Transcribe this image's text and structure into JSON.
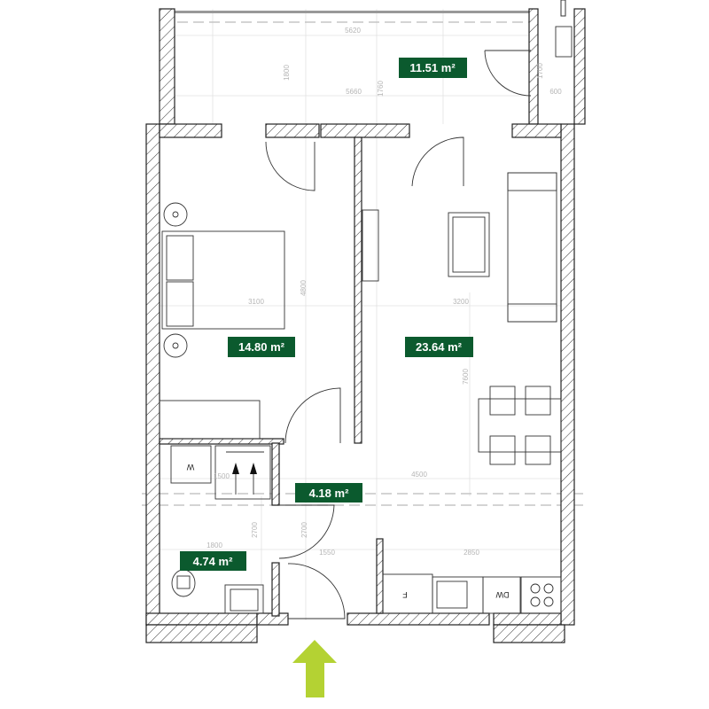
{
  "colors": {
    "area_badge": "#0b5a2e",
    "entrance_arrow": "#b4d233",
    "wall_line": "#222222",
    "dimension_text": "#b5b5b5"
  },
  "rooms": [
    {
      "id": "balcony",
      "area": "11.51 m²"
    },
    {
      "id": "bedroom",
      "area": "14.80 m²"
    },
    {
      "id": "living-kitchen",
      "area": "23.64 m²"
    },
    {
      "id": "hall",
      "area": "4.18 m²"
    },
    {
      "id": "bathroom",
      "area": "4.74 m²"
    }
  ],
  "dimensions": {
    "balcony_top_width": "5620",
    "balcony_bottom_width": "5660",
    "balcony_depth_a": "1800",
    "balcony_depth_b": "1760",
    "balcony_side_depth": "1700",
    "balcony_side_width": "600",
    "bedroom_width": "3100",
    "bedroom_depth": "4800",
    "living_width": "3200",
    "living_depth": "7600",
    "wardrobe_width": "1500",
    "hall_corridor_width": "4500",
    "bathroom_depth": "2700",
    "hall_depth": "2700",
    "bathroom_width": "1800",
    "hall_width": "1550",
    "kitchen_width": "2850"
  },
  "appliances": {
    "washer": "W",
    "fridge": "F",
    "dishwasher": "DW"
  },
  "entrance": {
    "icon": "entrance-arrow-icon"
  }
}
